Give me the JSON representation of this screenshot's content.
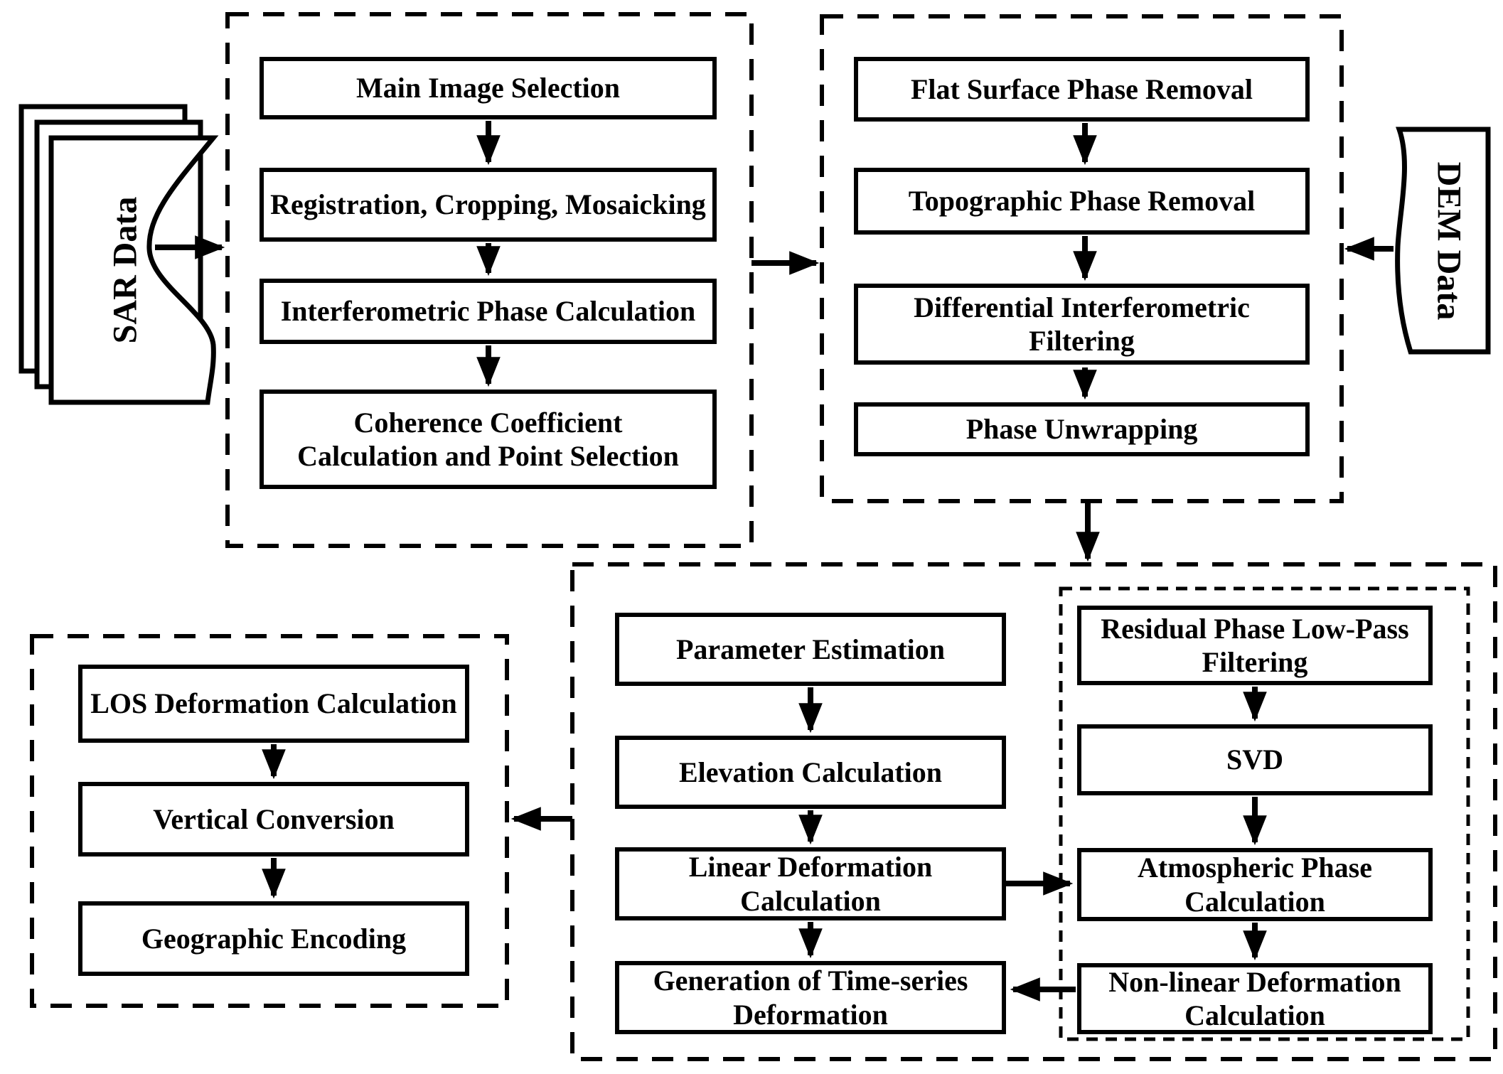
{
  "diagram": {
    "colors": {
      "ink": "#000000",
      "background": "#ffffff"
    },
    "sources": {
      "sar_label": "SAR Data",
      "dem_label": "DEM Data"
    },
    "preprocessing": {
      "steps": [
        "Main Image Selection",
        "Registration, Cropping, Mosaicking",
        "Interferometric Phase Calculation",
        "Coherence Coefficient Calculation and Point Selection"
      ]
    },
    "interferogram": {
      "steps": [
        "Flat Surface Phase Removal",
        "Topographic Phase Removal",
        "Differential Interferometric Filtering",
        "Phase Unwrapping"
      ]
    },
    "deformation": {
      "steps": [
        "Parameter Estimation",
        "Elevation Calculation",
        "Linear Deformation Calculation",
        "Generation of Time-series Deformation"
      ]
    },
    "atmospheric": {
      "steps": [
        "Residual Phase Low-Pass Filtering",
        "SVD",
        "Atmospheric Phase Calculation",
        "Non-linear Deformation Calculation"
      ]
    },
    "output": {
      "steps": [
        "LOS Deformation Calculation",
        "Vertical Conversion",
        "Geographic Encoding"
      ]
    }
  }
}
